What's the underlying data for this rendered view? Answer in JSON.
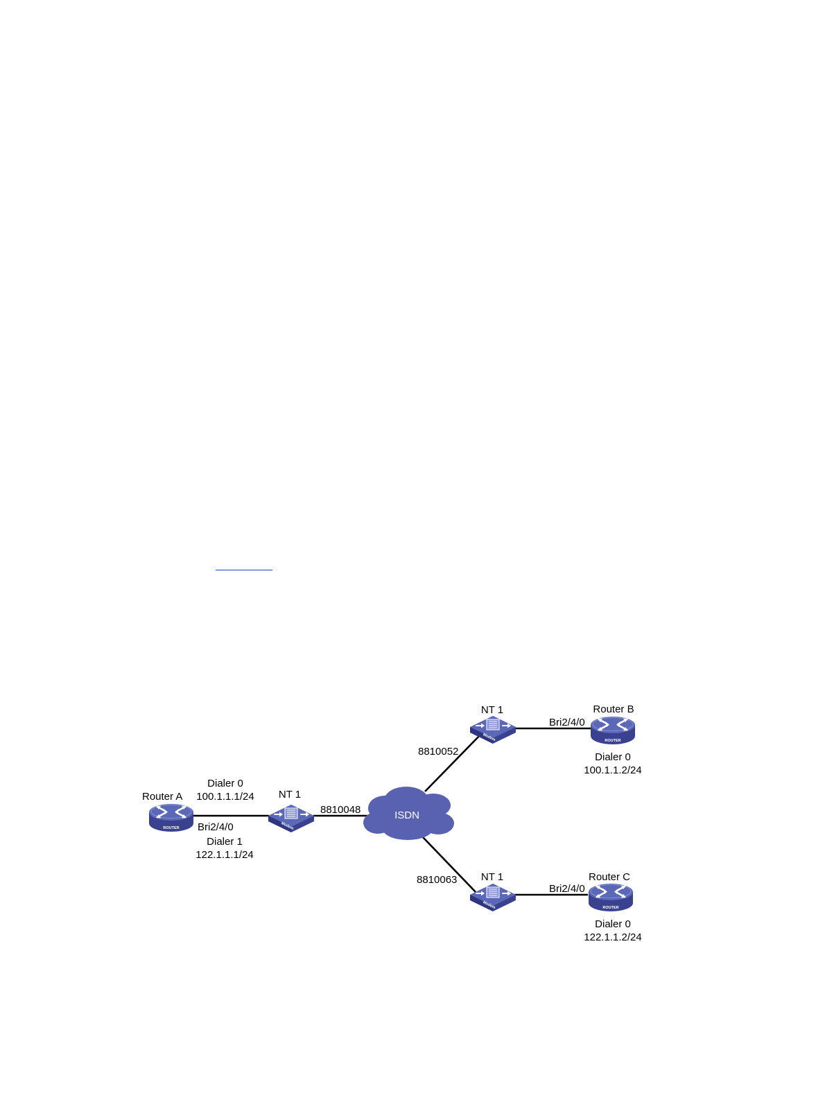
{
  "colors": {
    "device_top": "#5b68b8",
    "device_side": "#3a4290",
    "cloud": "#5862b0",
    "link": "#1f3fbf"
  },
  "icons": {
    "router": "router-icon",
    "modem": "modem-icon",
    "cloud": "isdn-cloud-icon"
  },
  "diagram": {
    "cloud_label": "ISDN",
    "router_a": {
      "name": "Router A",
      "dialer0": "Dialer 0",
      "ip0": "100.1.1.1/24",
      "bri": "Bri2/4/0",
      "dialer1": "Dialer 1",
      "ip1": "122.1.1.1/24"
    },
    "nt1_a": {
      "name": "NT 1",
      "number": "8810048"
    },
    "nt1_b": {
      "name": "NT 1",
      "number": "8810052"
    },
    "nt1_c": {
      "name": "NT 1",
      "number": "8810063"
    },
    "router_b": {
      "name": "Router B",
      "bri": "Bri2/4/0",
      "dialer": "Dialer 0",
      "ip": "100.1.1.2/24"
    },
    "router_c": {
      "name": "Router C",
      "bri": "Bri2/4/0",
      "dialer": "Dialer 0",
      "ip": "122.1.1.2/24"
    },
    "router_badge": "ROUTER",
    "modem_badge": "Modem"
  }
}
